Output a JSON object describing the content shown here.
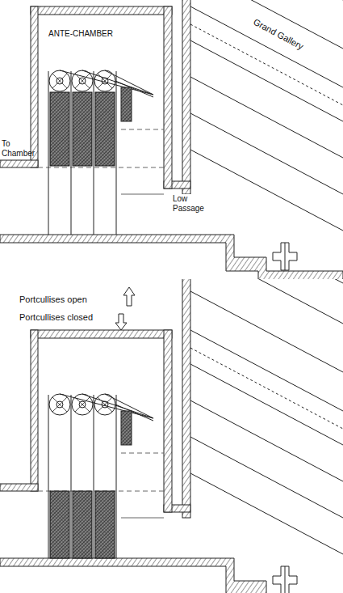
{
  "diagram": {
    "labels": [
      "Grand Gallery",
      "ANTE-CHAMBER",
      "To Chamber",
      "Low Passage",
      "Portcullises open",
      "Portcullises closed"
    ]
  }
}
